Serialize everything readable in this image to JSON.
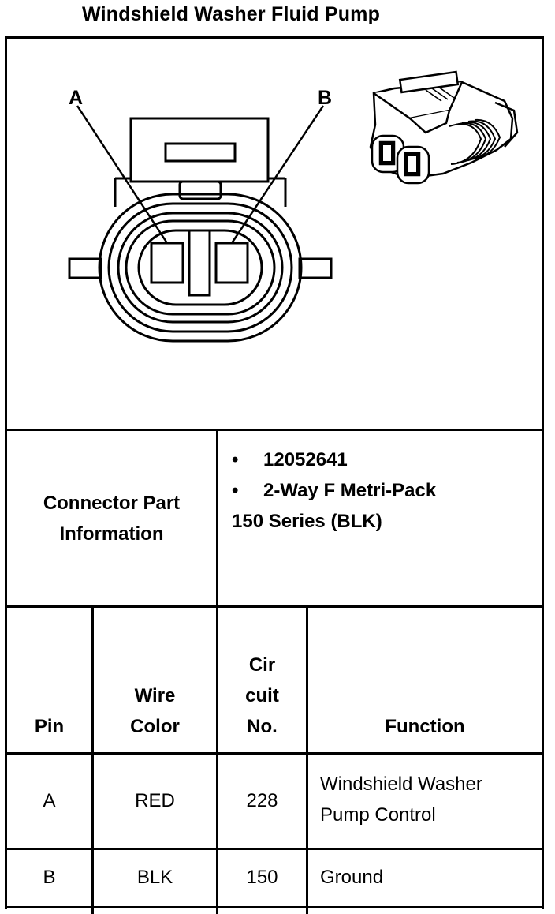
{
  "title": "Windshield Washer Fluid Pump",
  "diagram": {
    "pin_a_label": "A",
    "pin_b_label": "B"
  },
  "connector_info": {
    "label_line1": "Connector Part",
    "label_line2": "Information",
    "bullet_char": "•",
    "items": [
      "12052641",
      "2-Way F Metri-Pack"
    ],
    "continuation": "150 Series (BLK)"
  },
  "table": {
    "headers": {
      "pin": "Pin",
      "wire_color_1": "Wire",
      "wire_color_2": "Color",
      "circuit_1": "Cir",
      "circuit_2": "cuit",
      "circuit_3": "No.",
      "function": "Function"
    },
    "rows": [
      {
        "pin": "A",
        "wire_color": "RED",
        "circuit": "228",
        "function_1": "Windshield Washer",
        "function_2": "Pump Control"
      },
      {
        "pin": "B",
        "wire_color": "BLK",
        "circuit": "150",
        "function_1": "Ground",
        "function_2": ""
      }
    ]
  }
}
